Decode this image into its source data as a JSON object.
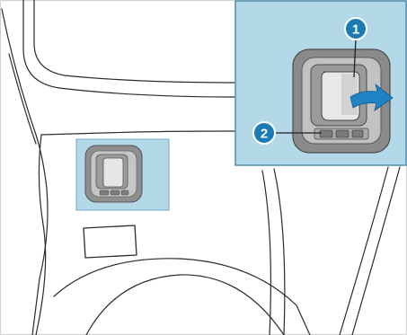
{
  "callouts": [
    {
      "label": "1",
      "target": "release-tab"
    },
    {
      "label": "2",
      "target": "button-strip"
    }
  ],
  "colors": {
    "panel_fill": "#b3d9e9",
    "panel_border": "#4f8fb0",
    "callout_fill": "#1b7bb5",
    "arrow_fill": "#1f83c3",
    "line": "#2b2b2b",
    "module_frame": "#8a8a8a",
    "module_body": "#b8b8b8"
  },
  "icons": [
    "rotation-arrow-icon"
  ]
}
